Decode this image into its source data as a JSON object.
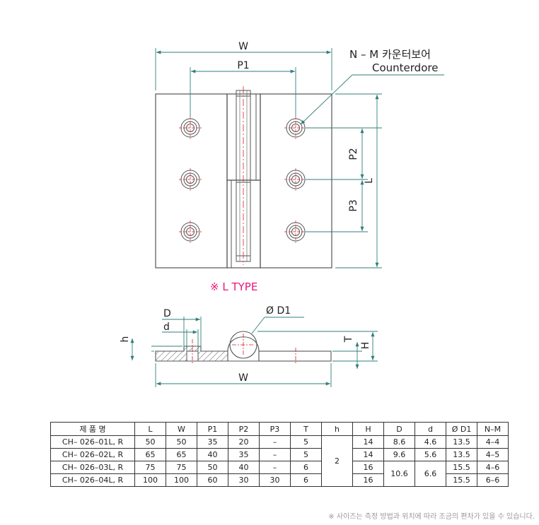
{
  "front_view": {
    "dim_w": "W",
    "dim_p1": "P1",
    "dim_p2": "P2",
    "dim_p3": "P3",
    "dim_l": "L",
    "note_korean": "N – M 카운터보어",
    "note_english": "Counterdore",
    "type_label": "※ L TYPE"
  },
  "side_view": {
    "dim_D": "D",
    "dim_d": "d",
    "dim_phiD1": "Ø D1",
    "dim_h": "h",
    "dim_T": "T",
    "dim_H": "H",
    "dim_W": "W"
  },
  "colors": {
    "line": "#555555",
    "dimension": "#2f7f7a",
    "centerline": "#d81e2a",
    "type_label": "#e6177a"
  },
  "spec_table": {
    "headers": [
      "제 품 명",
      "L",
      "W",
      "P1",
      "P2",
      "P3",
      "T",
      "h",
      "H",
      "D",
      "d",
      "Ø D1",
      "N–M"
    ],
    "h_value": "2",
    "D_merged": "10.6",
    "d_merged": "6.6",
    "rows": [
      {
        "name": "CH– 026–01L, R",
        "L": "50",
        "W": "50",
        "P1": "35",
        "P2": "20",
        "P3": "–",
        "T": "5",
        "H": "14",
        "D": "8.6",
        "d": "4.6",
        "D1": "13.5",
        "NM": "4–4"
      },
      {
        "name": "CH– 026–02L, R",
        "L": "65",
        "W": "65",
        "P1": "40",
        "P2": "35",
        "P3": "–",
        "T": "5",
        "H": "14",
        "D": "9.6",
        "d": "5.6",
        "D1": "13.5",
        "NM": "4–5"
      },
      {
        "name": "CH– 026–03L, R",
        "L": "75",
        "W": "75",
        "P1": "50",
        "P2": "40",
        "P3": "–",
        "T": "6",
        "H": "16",
        "D1": "15.5",
        "NM": "4–6"
      },
      {
        "name": "CH– 026–04L, R",
        "L": "100",
        "W": "100",
        "P1": "60",
        "P2": "30",
        "P3": "30",
        "T": "6",
        "H": "16",
        "D1": "15.5",
        "NM": "6–6"
      }
    ]
  },
  "footnote": "※ 사이즈는 측정 방법과 위치에 따라 조금의 편차가 있을 수 있습니다."
}
